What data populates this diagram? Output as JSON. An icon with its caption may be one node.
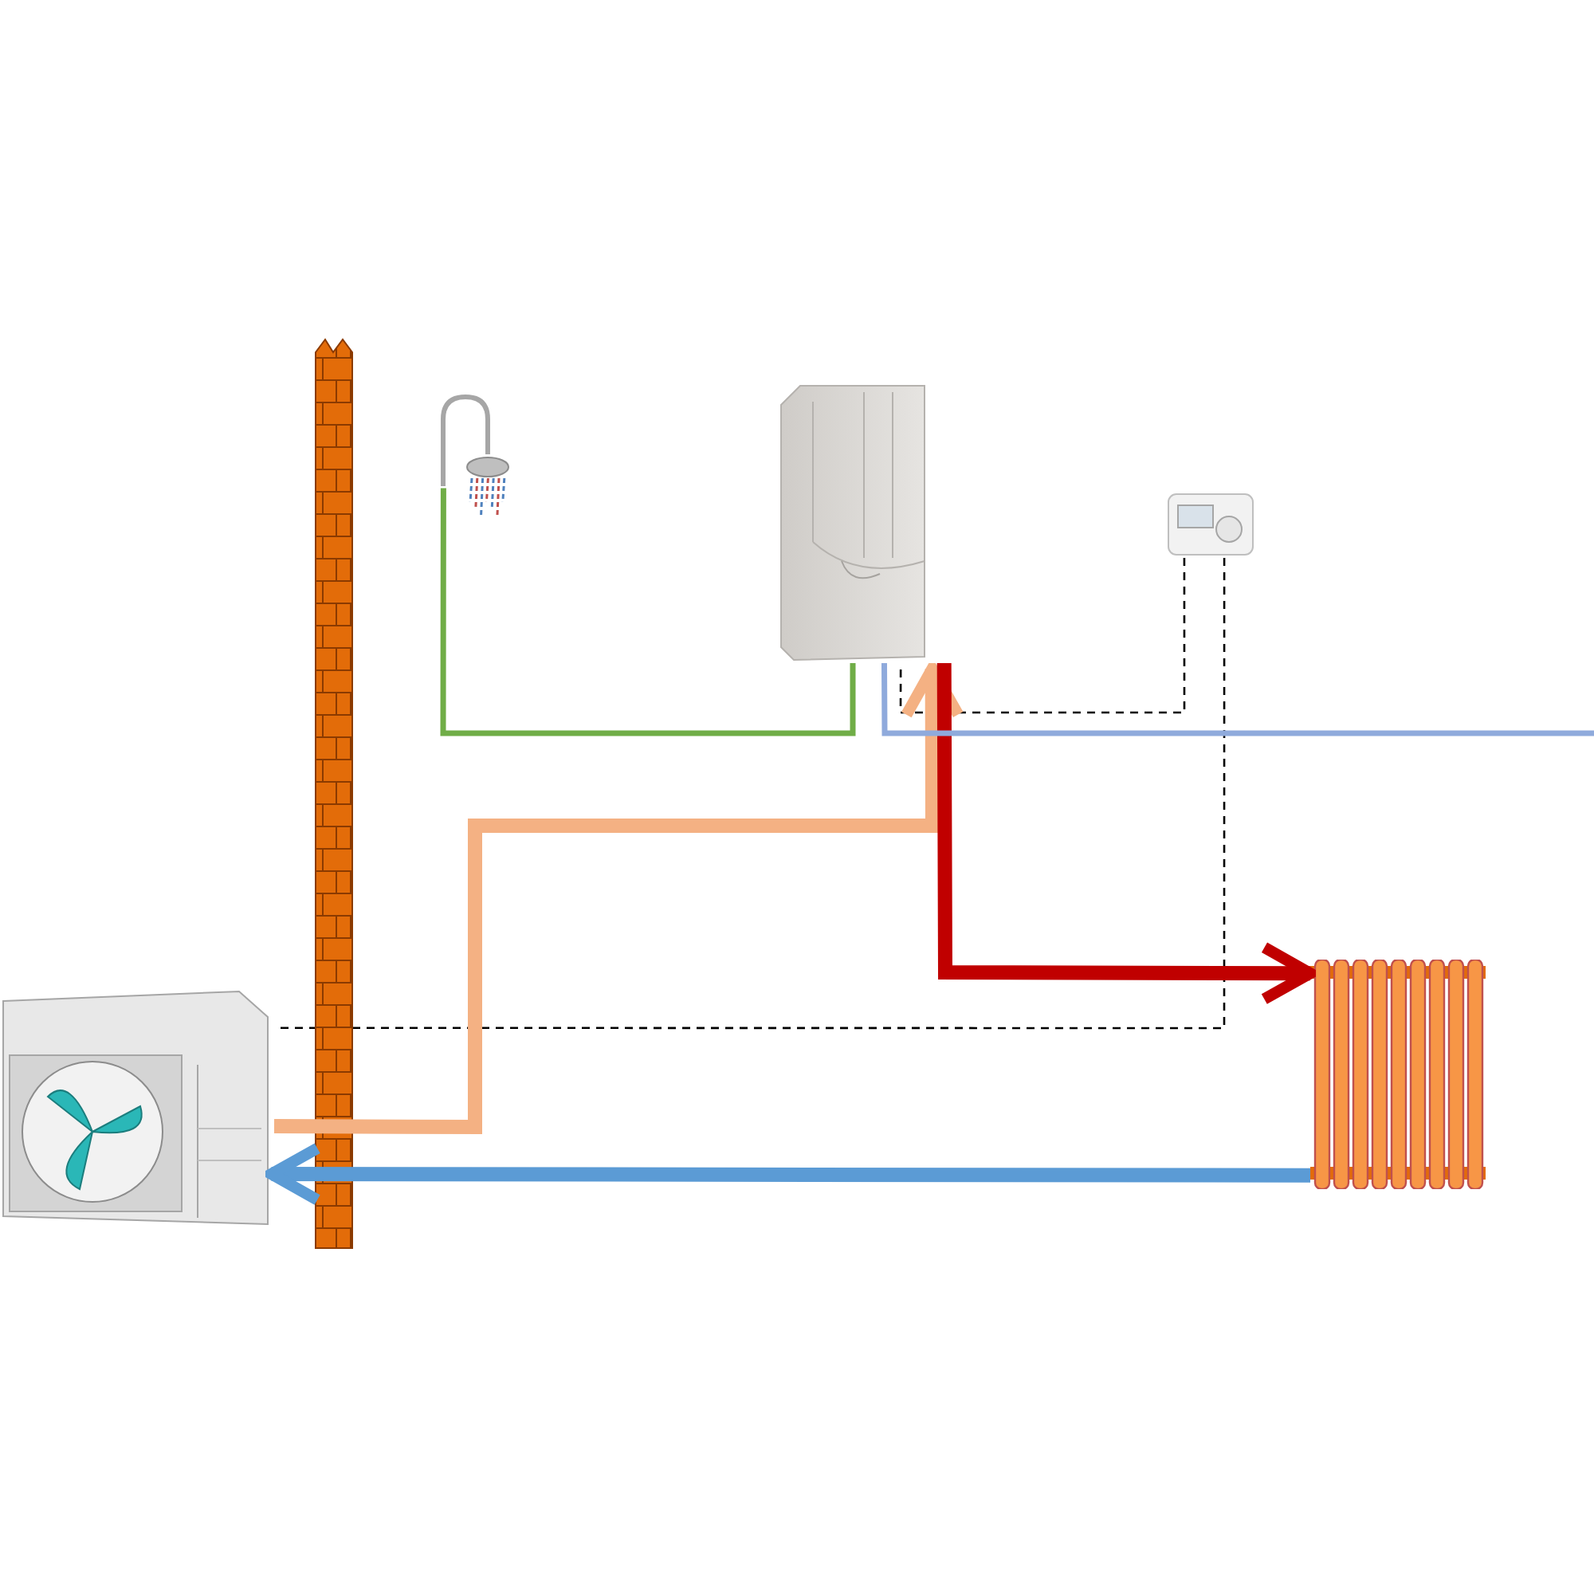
{
  "diagram": {
    "nodes": [
      {
        "text": [],
        "shape": "picture"
      },
      {
        "text": [],
        "shape": "picture"
      },
      {
        "text": [],
        "shape": "picture"
      },
      {
        "text": [],
        "shape": "picture"
      },
      {
        "text": [],
        "shape": "picture"
      }
    ],
    "edges": [
      {
        "from": 0,
        "to": 1,
        "arrow": "none",
        "color": "#70ad47"
      },
      {
        "from": 3,
        "to": 1,
        "arrow": "to",
        "style": "thick",
        "color": "#f4b183"
      },
      {
        "from": 1,
        "to": 4,
        "arrow": "to",
        "style": "thick",
        "color": "#c00000"
      },
      {
        "from": 4,
        "to": 3,
        "arrow": "to",
        "style": "thick",
        "color": "#5b9bd5"
      },
      {
        "from": 1,
        "to": null,
        "arrow": "none",
        "color": "#8faadc"
      },
      {
        "from": 2,
        "to": 1,
        "arrow": "none",
        "style": "dashed"
      },
      {
        "from": 2,
        "to": 3,
        "arrow": "none",
        "style": "dashed"
      }
    ]
  }
}
